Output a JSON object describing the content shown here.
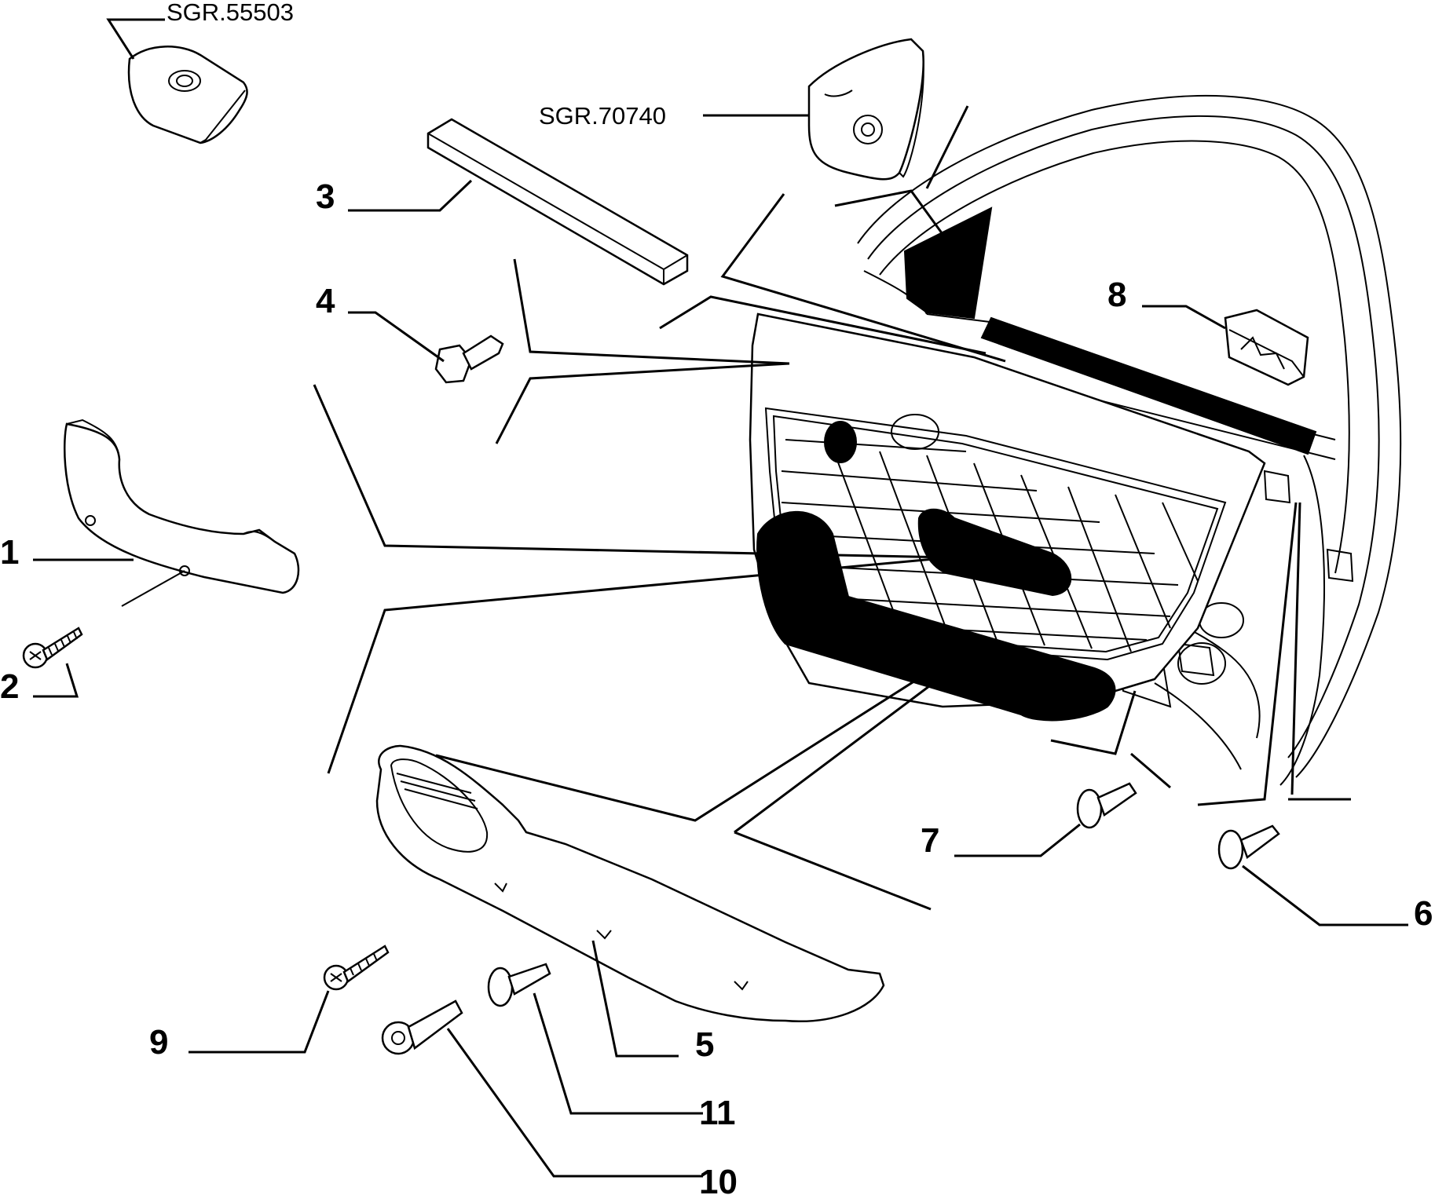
{
  "diagram": {
    "callouts": [
      {
        "id": "1",
        "text": "1"
      },
      {
        "id": "2",
        "text": "2"
      },
      {
        "id": "3",
        "text": "3"
      },
      {
        "id": "4",
        "text": "4"
      },
      {
        "id": "5",
        "text": "5"
      },
      {
        "id": "6",
        "text": "6"
      },
      {
        "id": "7",
        "text": "7"
      },
      {
        "id": "8",
        "text": "8"
      },
      {
        "id": "9",
        "text": "9"
      },
      {
        "id": "10",
        "text": "10"
      },
      {
        "id": "11",
        "text": "11"
      }
    ],
    "references": [
      {
        "id": "sgr1",
        "text": "SGR.55503"
      },
      {
        "id": "sgr2",
        "text": "SGR.70740"
      }
    ]
  }
}
